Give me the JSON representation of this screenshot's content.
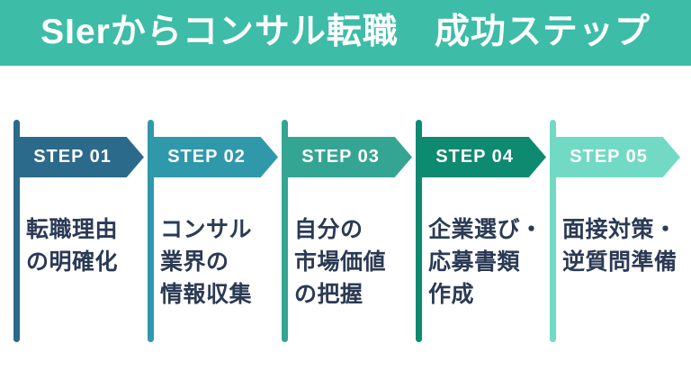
{
  "header": {
    "title": "SIerからコンサル転職　成功ステップ",
    "background_color": "#3DBCA8",
    "title_color": "#FFFFFF"
  },
  "body_text_color": "#2B3A54",
  "steps": [
    {
      "label": "STEP 01",
      "text": "転職理由\nの明確化",
      "color": "#2B6A8A"
    },
    {
      "label": "STEP 02",
      "text": "コンサル\n業界の\n情報収集",
      "color": "#2F99AB"
    },
    {
      "label": "STEP 03",
      "text": "自分の\n市場価値\nの把握",
      "color": "#35A593"
    },
    {
      "label": "STEP 04",
      "text": "企業選び・\n応募書類\n作成",
      "color": "#0E8A70"
    },
    {
      "label": "STEP 05",
      "text": "面接対策・\n逆質問準備",
      "color": "#72DAC4"
    }
  ]
}
